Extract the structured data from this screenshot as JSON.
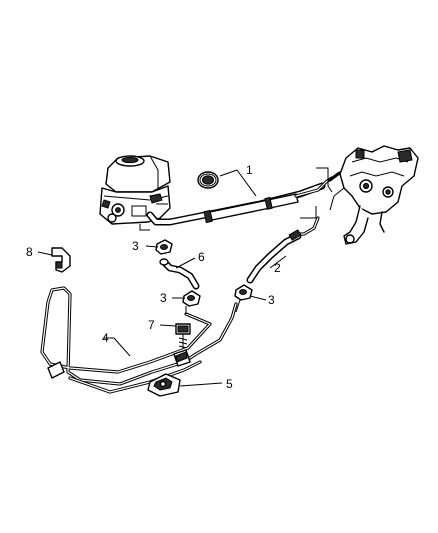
{
  "callouts": {
    "c1": "1",
    "c2": "2",
    "c3a": "3",
    "c3b": "3",
    "c3c": "3",
    "c4": "4",
    "c5": "5",
    "c6": "6",
    "c7": "7",
    "c8": "8"
  }
}
